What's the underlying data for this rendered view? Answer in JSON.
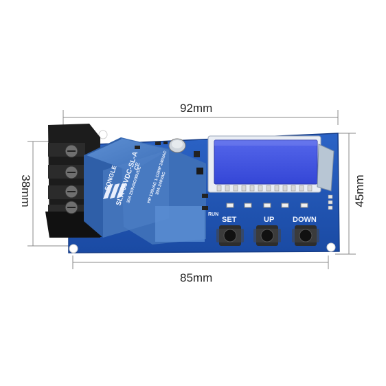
{
  "dimensions": {
    "top_width": "92mm",
    "bottom_width": "85mm",
    "left_height": "38mm",
    "right_height": "45mm"
  },
  "relay": {
    "brand": "SONGLE",
    "model": "SLA-05VDC-SL-A",
    "rating_1": "30A 250VAC/30VDC",
    "rating_2": "HP 120VAC 1-1/2HP 240VAC",
    "rating_3": "30A 240VAC",
    "cert": "CE"
  },
  "board": {
    "run_label": "RUN",
    "buttons": [
      {
        "label": "SET"
      },
      {
        "label": "UP"
      },
      {
        "label": "DOWN"
      }
    ]
  },
  "colors": {
    "pcb": "#1f55b5",
    "relay": "#4b7fc4",
    "lcd": "#3f56e0",
    "terminal": "#1c1c1c"
  }
}
